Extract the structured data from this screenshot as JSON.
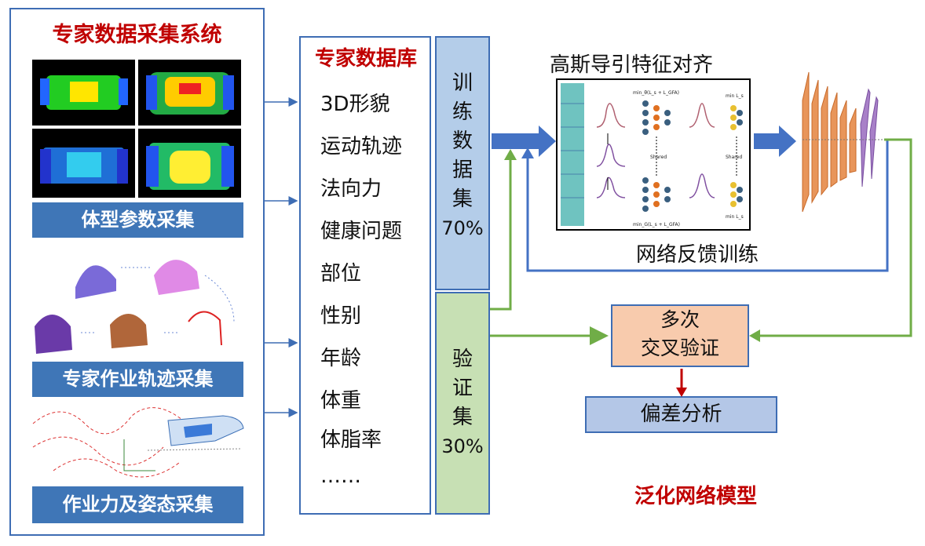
{
  "collection": {
    "title": "专家数据采集系统",
    "labels": [
      "体型参数采集",
      "专家作业轨迹采集",
      "作业力及姿态采集"
    ]
  },
  "database": {
    "title": "专家数据库",
    "items": [
      "3D形貌",
      "运动轨迹",
      "法向力",
      "健康问题",
      "部位",
      "性别",
      "年龄",
      "体重",
      "体脂率",
      "……"
    ]
  },
  "split": {
    "train": {
      "chars": [
        "训",
        "练",
        "数",
        "据",
        "集"
      ],
      "percent": "70%"
    },
    "valid": {
      "chars": [
        "验",
        "证",
        "集"
      ],
      "percent": "30%"
    }
  },
  "network": {
    "title": "高斯导引特征对齐",
    "feedback_label": "网络反馈训练",
    "formula_top_left": "min_θ(L_s + L_GFA)",
    "formula_top_right": "min L_s",
    "formula_bottom_left": "min_G(L_s + L_GFA)",
    "formula_bottom_right": "min L_s",
    "shared_left": "Shared",
    "shared_right": "Shared"
  },
  "cross_validation": {
    "line1": "多次",
    "line2": "交叉验证"
  },
  "bias_analysis": "偏差分析",
  "generalized_model": "泛化网络模型",
  "colors": {
    "border_blue": "#3e6db4",
    "label_blue": "#3f76b7",
    "title_red": "#c00000",
    "green": "#70ad47",
    "train_fill": "#b4cde9",
    "valid_fill": "#c7e0b4",
    "cv_fill": "#f8cbad",
    "bias_fill": "#b4c7e7"
  }
}
